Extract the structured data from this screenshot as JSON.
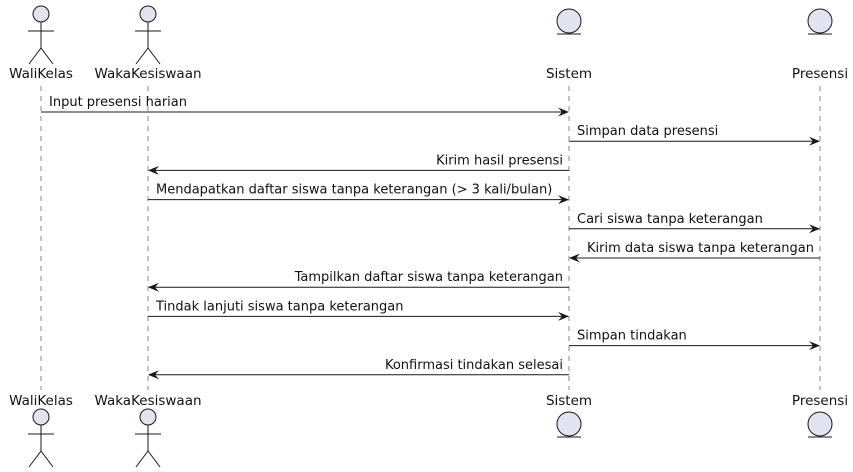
{
  "participants": [
    {
      "id": "walikelas",
      "name": "WaliKelas",
      "kind": "actor"
    },
    {
      "id": "wakakesiswaan",
      "name": "WakaKesiswaan",
      "kind": "actor"
    },
    {
      "id": "sistem",
      "name": "Sistem",
      "kind": "entity"
    },
    {
      "id": "presensi",
      "name": "Presensi",
      "kind": "entity"
    }
  ],
  "messages": [
    {
      "from": "walikelas",
      "to": "sistem",
      "text": "Input presensi harian"
    },
    {
      "from": "sistem",
      "to": "presensi",
      "text": "Simpan data presensi"
    },
    {
      "from": "sistem",
      "to": "wakakesiswaan",
      "text": "Kirim hasil presensi"
    },
    {
      "from": "wakakesiswaan",
      "to": "sistem",
      "text": "Mendapatkan daftar siswa tanpa keterangan (> 3 kali/bulan)"
    },
    {
      "from": "sistem",
      "to": "presensi",
      "text": "Cari siswa tanpa keterangan"
    },
    {
      "from": "presensi",
      "to": "sistem",
      "text": "Kirim data siswa tanpa keterangan"
    },
    {
      "from": "sistem",
      "to": "wakakesiswaan",
      "text": "Tampilkan daftar siswa tanpa keterangan"
    },
    {
      "from": "wakakesiswaan",
      "to": "sistem",
      "text": "Tindak lanjuti siswa tanpa keterangan"
    },
    {
      "from": "sistem",
      "to": "presensi",
      "text": "Simpan tindakan"
    },
    {
      "from": "sistem",
      "to": "wakakesiswaan",
      "text": "Konfirmasi tindakan selesai"
    }
  ],
  "colors": {
    "participant_fill": "#E2E2F0",
    "stroke": "#181818",
    "lifeline": "#888888"
  }
}
